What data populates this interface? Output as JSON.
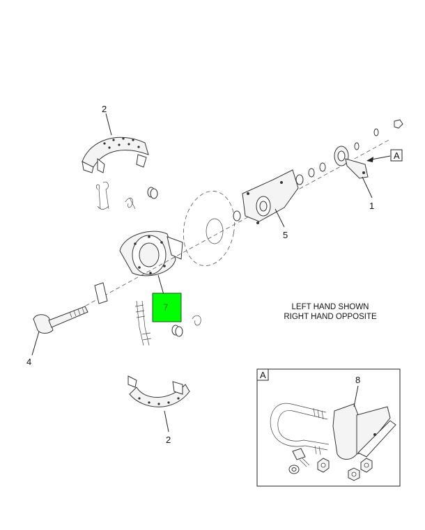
{
  "diagram": {
    "callouts": {
      "c1": "1",
      "c2_top": "2",
      "c2_bottom": "2",
      "c4": "4",
      "c5": "5",
      "c7": "7",
      "c8": "8"
    },
    "detail_marker": "A",
    "detail_box_label": "A",
    "note_line1": "LEFT HAND SHOWN",
    "note_line2": "RIGHT HAND OPPOSITE",
    "colors": {
      "highlight": "#00ff00",
      "line": "#222222"
    }
  }
}
